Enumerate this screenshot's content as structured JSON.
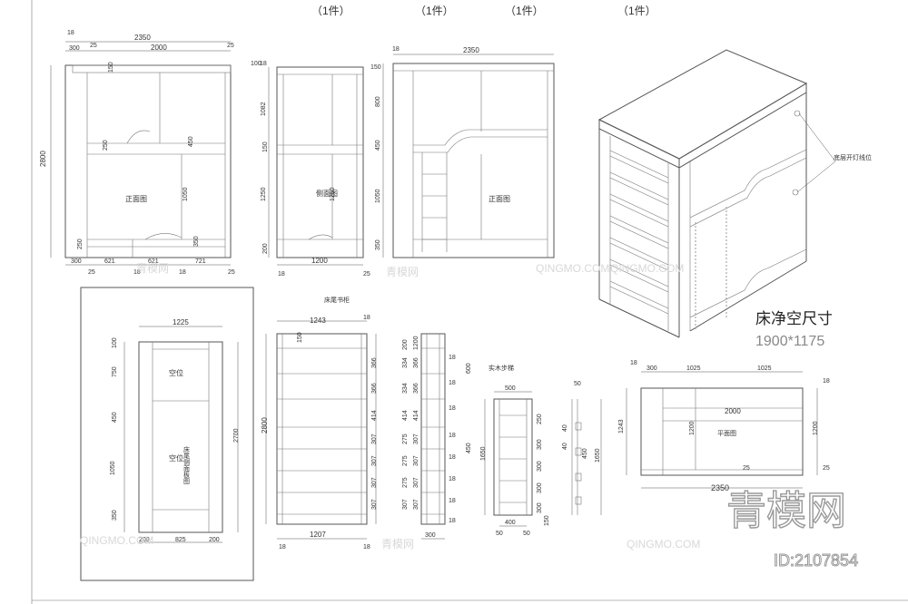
{
  "header": {
    "qty_1": "（1件）",
    "qty_2": "（1件）",
    "qty_3": "（1件）",
    "qty_4": "（1件）"
  },
  "front_view": {
    "top_total": "2350",
    "top_18": "18",
    "top_300": "300",
    "top_25a": "25",
    "top_2000": "2000",
    "top_25b": "25",
    "height_2800": "2800",
    "d_150": "150",
    "d_250": "250",
    "d_450": "450",
    "d_1050": "1050",
    "d_250b": "250",
    "d_350": "350",
    "b_300": "300",
    "b_621a": "621",
    "b_621b": "621",
    "b_721": "721",
    "b_25a": "25",
    "b_18a": "18",
    "b_18b": "18",
    "b_25b": "25",
    "label": "正面图"
  },
  "side_view": {
    "d_100": "100",
    "d_18": "18",
    "d_1082": "1082",
    "d_150": "150",
    "d_1250": "1250",
    "d_200": "200",
    "d_1250b": "1250",
    "bottom_1200": "1200",
    "b_18": "18",
    "b_25": "25",
    "label": "侧面图"
  },
  "back_view": {
    "top_18": "18",
    "top_2350": "2350",
    "d_150": "150",
    "d_800": "800",
    "d_450": "450",
    "d_1050": "1050",
    "d_350": "350",
    "label": "正面图"
  },
  "iso_view": {
    "note": "底层开灯线位",
    "title": "床净空尺寸",
    "dimension": "1900*1175"
  },
  "panel_view": {
    "top_1225": "1225",
    "d_100": "100",
    "d_750": "750",
    "d_450": "450",
    "d_1050": "1050",
    "d_350": "350",
    "d_2700": "2700",
    "b_200a": "200",
    "b_825": "825",
    "b_200b": "200",
    "label_top": "空位",
    "label_mid": "空位",
    "label_side": "床尾侧面板图"
  },
  "shelf_front": {
    "title": "床尾书柜",
    "top_1243": "1243",
    "top_18": "18",
    "top_150": "150",
    "height_2800": "2800",
    "rows": [
      "366",
      "366",
      "414",
      "307",
      "307",
      "307",
      "307"
    ],
    "bottom_1207": "1207",
    "b_18a": "18",
    "b_18b": "18"
  },
  "shelf_side": {
    "col_a": [
      "200",
      "334",
      "334",
      "414",
      "275",
      "275",
      "275",
      "307"
    ],
    "col_b": [
      "1200",
      "366",
      "366",
      "414",
      "307",
      "307",
      "307",
      "307"
    ],
    "col_c": [
      "18",
      "18",
      "18",
      "18",
      "18",
      "18",
      "18",
      "18"
    ],
    "d_300": "300",
    "d_600": "600",
    "d_450": "450"
  },
  "ladder": {
    "title": "实木步梯",
    "top_500": "500",
    "height_1650": "1650",
    "rungs": [
      "250",
      "300",
      "300",
      "300",
      "300"
    ],
    "b_400": "400",
    "b_50a": "50",
    "b_50b": "50",
    "d_150": "150"
  },
  "ladder_side": {
    "d_50": "50",
    "d_40a": "40",
    "d_40b": "40",
    "d_450": "450",
    "d_1650": "1650"
  },
  "plan_view": {
    "top_18": "18",
    "top_300": "300",
    "top_1025a": "1025",
    "top_1025b": "1025",
    "top_18b": "18",
    "d_1243": "1243",
    "d_2000": "2000",
    "d_1200": "1200",
    "d_1200b": "1200",
    "label": "平面图",
    "bottom_2350": "2350",
    "b_25": "25",
    "b_25b": "25"
  },
  "watermark": {
    "brand": "青模网",
    "id": "ID:2107854",
    "site": "QINGMO.COM",
    "site_cn": "青模网"
  },
  "colors": {
    "line": "#555555",
    "background": "#ffffff",
    "watermark": "#d8d8d8"
  }
}
